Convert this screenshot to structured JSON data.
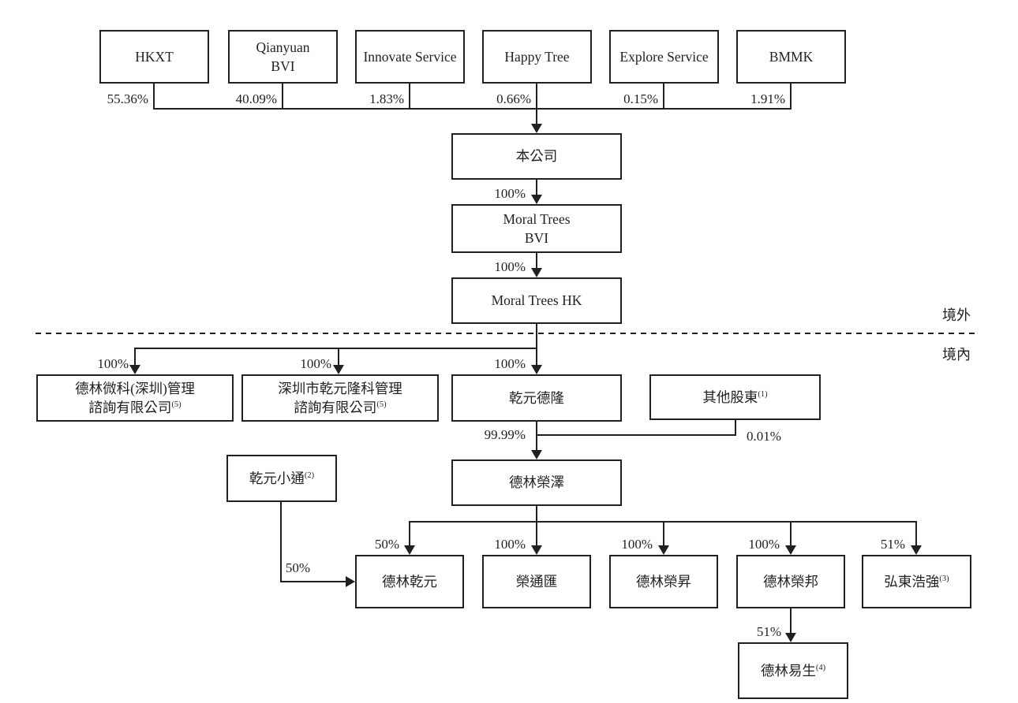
{
  "chart": {
    "region_labels": {
      "offshore": "境外",
      "onshore": "境內"
    },
    "nodes": {
      "hkxt": {
        "label": "HKXT"
      },
      "qianyuan_bvi": {
        "line1": "Qianyuan",
        "line2": "BVI"
      },
      "innovate_service": {
        "label": "Innovate Service"
      },
      "happy_tree": {
        "label": "Happy Tree"
      },
      "explore_service": {
        "label": "Explore Service"
      },
      "bmmk": {
        "label": "BMMK"
      },
      "company": {
        "label": "本公司"
      },
      "moral_trees_bvi": {
        "line1": "Moral Trees",
        "line2": "BVI"
      },
      "moral_trees_hk": {
        "label": "Moral Trees HK"
      },
      "delin_weike": {
        "line1": "德林微科(深圳)管理",
        "line2": "諮詢有限公司",
        "note": "(5)"
      },
      "qianyuan_longke": {
        "line1": "深圳市乾元隆科管理",
        "line2": "諮詢有限公司",
        "note": "(5)"
      },
      "qianyuan_delong": {
        "label": "乾元德隆"
      },
      "other_shareholders": {
        "label": "其他股東",
        "note": "(1)"
      },
      "qianyuan_xiaotong": {
        "label": "乾元小通",
        "note": "(2)"
      },
      "delin_rongze": {
        "label": "德林榮澤"
      },
      "delin_qianyuan": {
        "label": "德林乾元"
      },
      "rong_tong_hui": {
        "label": "榮通匯"
      },
      "delin_rongsheng": {
        "label": "德林榮昇"
      },
      "delin_rongbang": {
        "label": "德林榮邦"
      },
      "hongdong_haoqiang": {
        "label": "弘東浩強",
        "note": "(3)"
      },
      "delin_yisheng": {
        "label": "德林易生",
        "note": "(4)"
      }
    },
    "ownership": {
      "hkxt_to_company": "55.36%",
      "qianyuan_bvi_to_company": "40.09%",
      "innovate_service_to_company": "1.83%",
      "happy_tree_to_company": "0.66%",
      "explore_service_to_company": "0.15%",
      "bmmk_to_company": "1.91%",
      "company_to_moral_trees_bvi": "100%",
      "moral_trees_bvi_to_moral_trees_hk": "100%",
      "moral_trees_hk_to_delin_weike": "100%",
      "moral_trees_hk_to_qianyuan_longke": "100%",
      "moral_trees_hk_to_qianyuan_delong": "100%",
      "qianyuan_delong_to_delin_rongze": "99.99%",
      "other_shareholders_to_delin_rongze": "0.01%",
      "qianyuan_xiaotong_to_delin_qianyuan": "50%",
      "delin_rongze_to_delin_qianyuan": "50%",
      "delin_rongze_to_rong_tong_hui": "100%",
      "delin_rongze_to_delin_rongsheng": "100%",
      "delin_rongze_to_delin_rongbang": "100%",
      "delin_rongze_to_hongdong_haoqiang": "51%",
      "delin_rongbang_to_delin_yisheng": "51%"
    },
    "colors": {
      "line": "#231f20",
      "background": "#ffffff",
      "text": "#231f20"
    }
  }
}
